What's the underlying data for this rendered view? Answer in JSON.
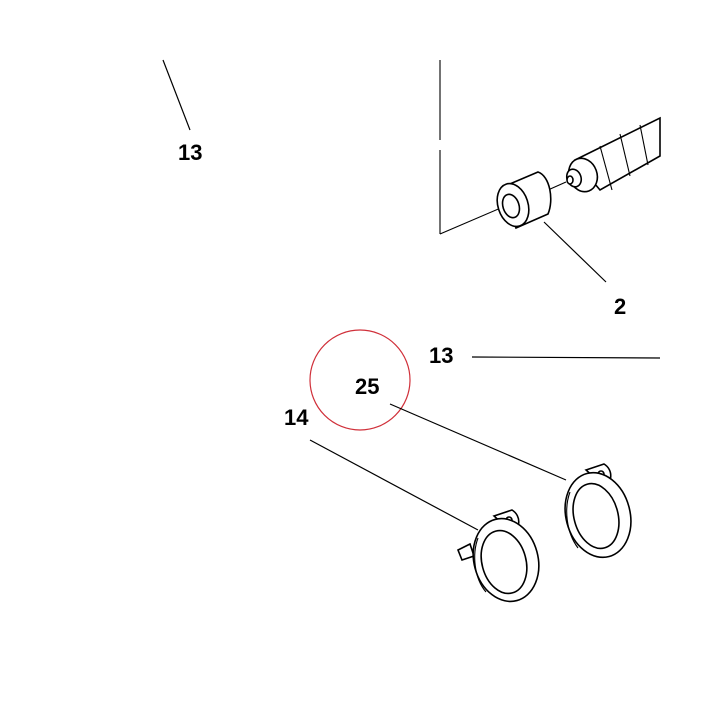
{
  "callouts": {
    "top_left": "13",
    "bushing": "2",
    "mid_right": "13",
    "highlighted": "25",
    "clamp_left": "14"
  },
  "colors": {
    "line": "#000000",
    "highlight_circle": "#d0303a",
    "background": "#ffffff"
  }
}
